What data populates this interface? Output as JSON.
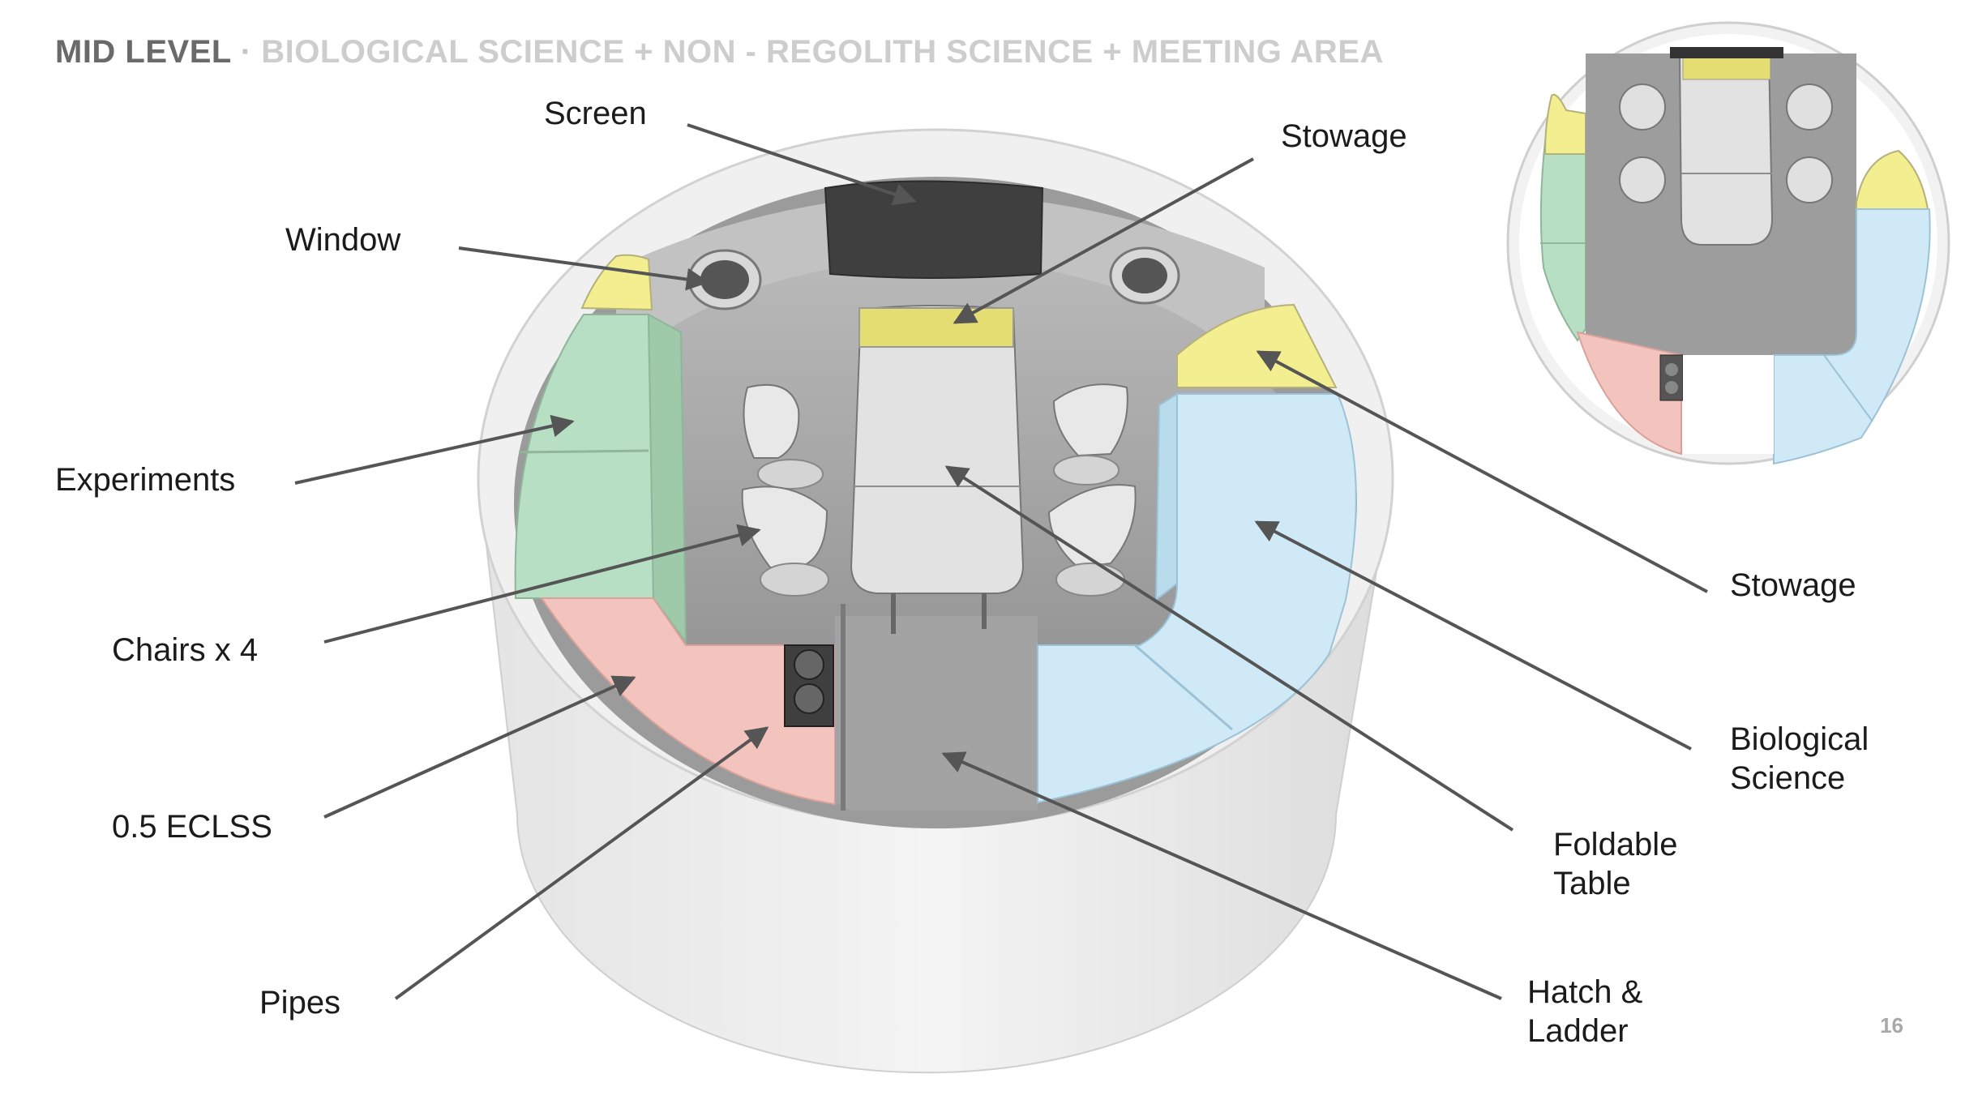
{
  "header": {
    "title_strong": "MID LEVEL",
    "title_sep": "·",
    "title_light": "BIOLOGICAL SCIENCE + NON - REGOLITH SCIENCE + MEETING AREA"
  },
  "labels": {
    "screen": "Screen",
    "stowage_top": "Stowage",
    "window": "Window",
    "experiments": "Experiments",
    "chairs": "Chairs x 4",
    "eclss": "0.5 ECLSS",
    "pipes": "Pipes",
    "stowage_right": "Stowage",
    "biological_1": "Biological",
    "biological_2": "Science",
    "foldable_1": "Foldable",
    "foldable_2": "Table",
    "hatch_1": "Hatch &",
    "hatch_2": "Ladder"
  },
  "page_number": "16",
  "colors": {
    "stowage": "#f3ee8f",
    "experiments": "#b7dfc3",
    "biological": "#cfe9f6",
    "eclss": "#f3c4bd",
    "arrow": "#555555"
  }
}
